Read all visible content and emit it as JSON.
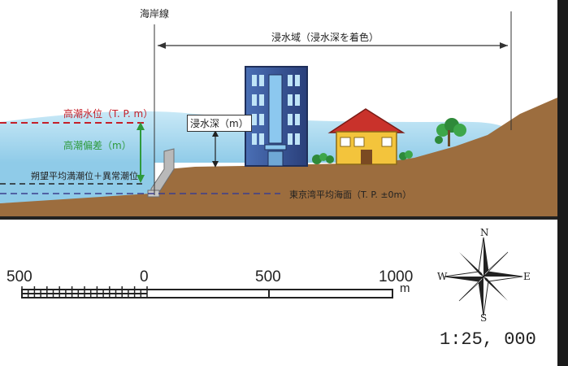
{
  "diagram": {
    "coastline_label": "海岸線",
    "inundation_area_label": "浸水域（浸水深を着色）",
    "high_water_label": "高潮水位（T. P. m）",
    "surge_label": "高潮偏差（m）",
    "tide_level_label": "朔望平均満潮位＋異常潮位",
    "depth_label": "浸水深（m）",
    "mean_sea_level_label": "東京湾平均海面（T. P. ±0m）"
  },
  "scale_bar": {
    "labels": [
      "500",
      "0",
      "500",
      "1000"
    ],
    "unit": "m"
  },
  "compass": {
    "n": "N",
    "s": "S",
    "e": "E",
    "w": "W"
  },
  "scale_ratio": "1:25, 000",
  "colors": {
    "water": "#aedcf2",
    "ground": "#9c6d3e",
    "high_water_line": "#c4202a",
    "surge_arrow": "#2e9a3c",
    "msl_line": "#3b3f8e",
    "building": "#2f4f8f",
    "house_wall": "#f3c43c",
    "house_roof": "#c9322b"
  }
}
